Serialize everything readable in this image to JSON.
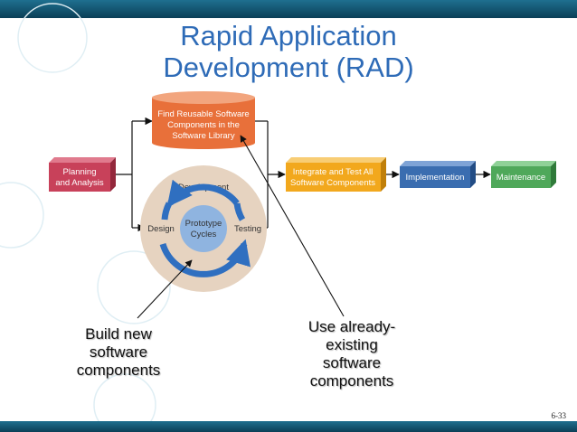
{
  "slide": {
    "title_line1": "Rapid Application",
    "title_line2": "Development (RAD)",
    "page_number": "6-33"
  },
  "diagram": {
    "library": [
      "Find Reusable Software",
      "Components in the",
      "Software Library"
    ],
    "planning": [
      "Planning",
      "and Analysis"
    ],
    "development_label": "Development",
    "design_label": "Design",
    "testing_label": "Testing",
    "prototype": [
      "Prototype",
      "Cycles"
    ],
    "integrate": [
      "Integrate and Test All",
      "Software Components"
    ],
    "implementation": "Implementation",
    "maintenance": "Maintenance"
  },
  "callouts": {
    "build_new": [
      "Build new",
      "software",
      "components"
    ],
    "use_existing": [
      "Use already-",
      "existing",
      "software",
      "components"
    ]
  },
  "colors": {
    "title": "#2e6bb7",
    "planning": "#c8415a",
    "library": "#e8703a",
    "integrate": "#f2a81d",
    "implementation": "#3a6db0",
    "maintenance": "#4fa85a",
    "development_disc": "#e6d3c0",
    "prototype": "#8fb4e0",
    "cycle_arrows": "#2f6fc0"
  }
}
